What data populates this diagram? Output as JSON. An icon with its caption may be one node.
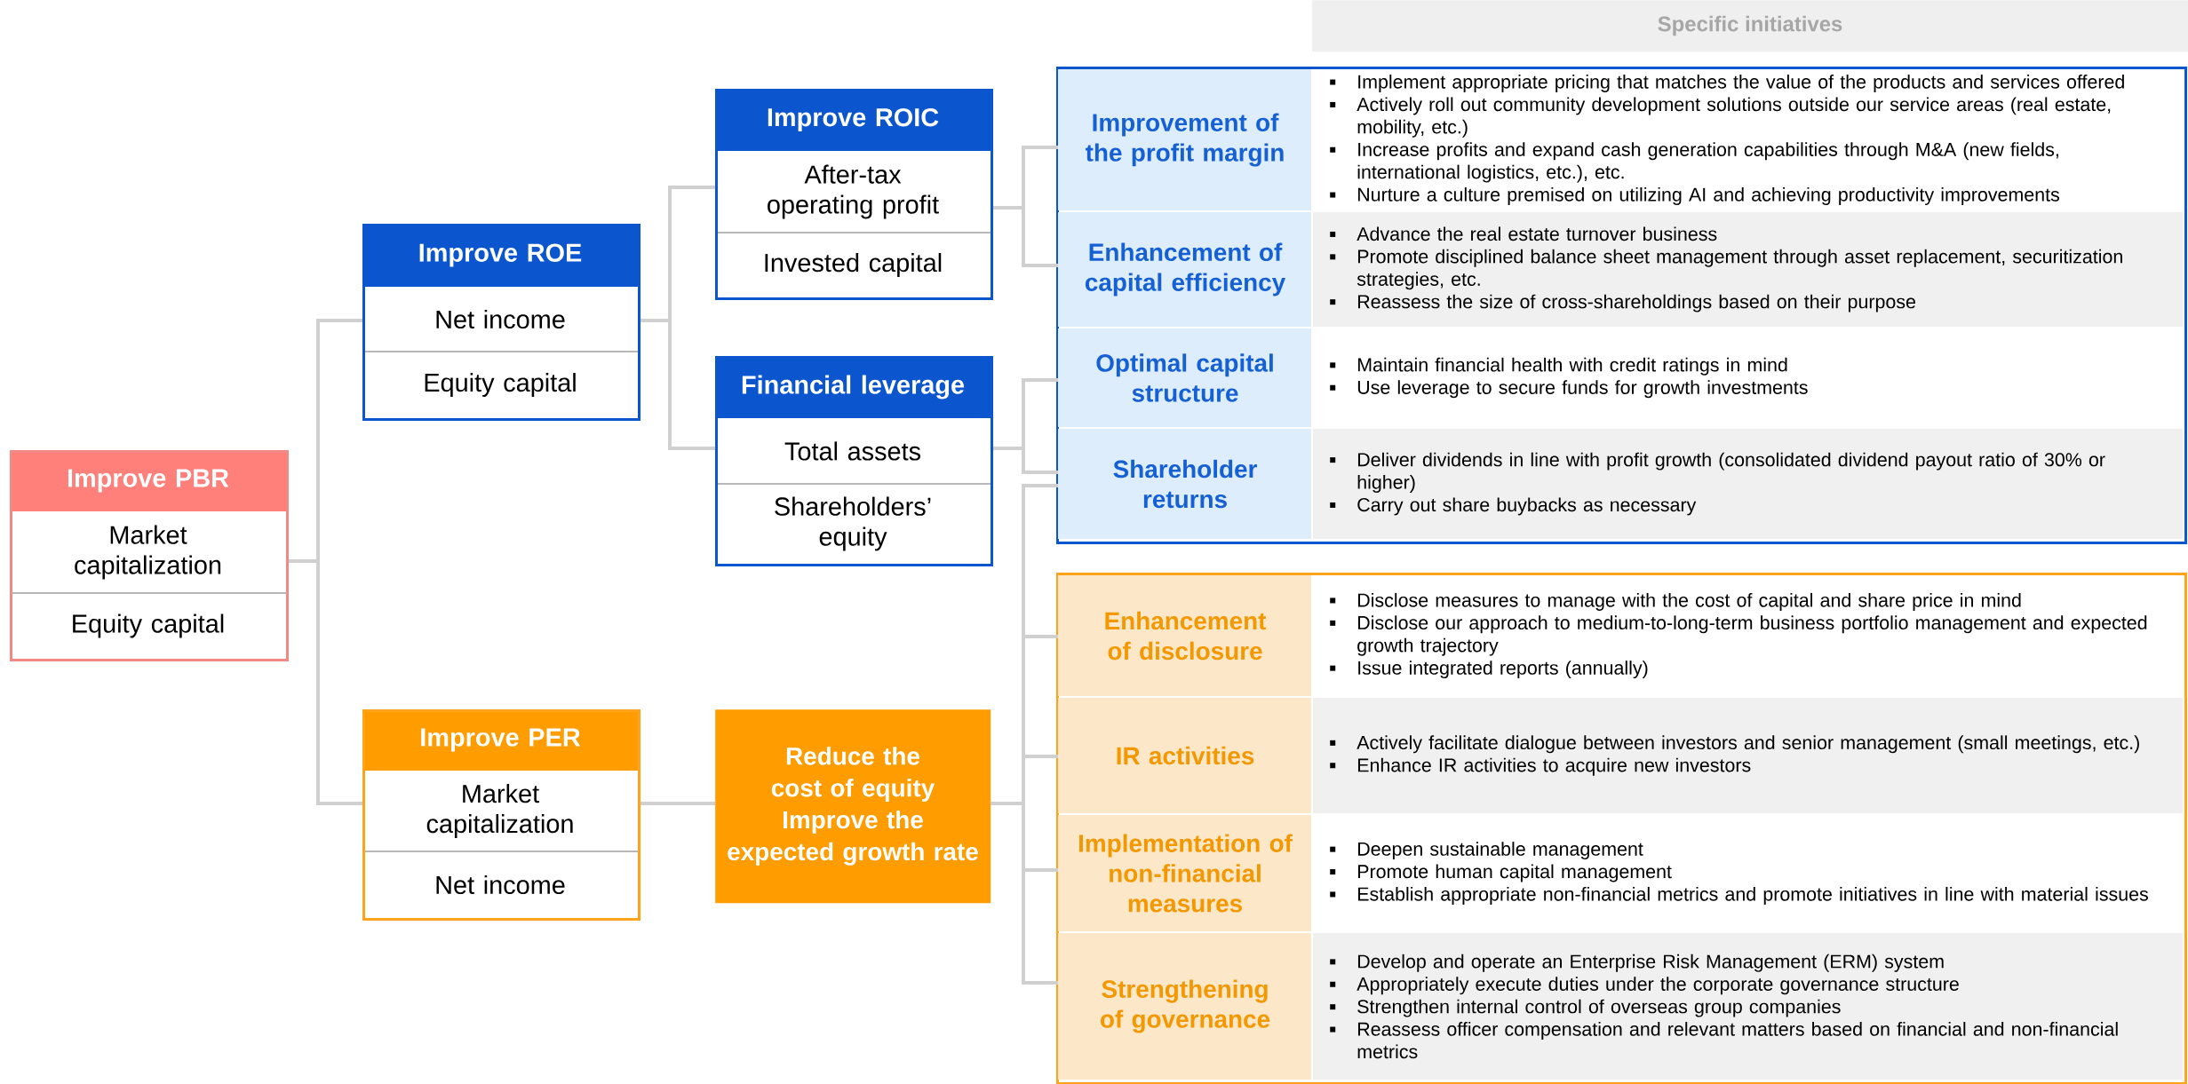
{
  "diagram": {
    "nodes": [
      {
        "text": [
          "Improve PBR",
          "Market capitalization",
          "Equity capital"
        ]
      },
      {
        "text": [
          "Improve ROE",
          "Net income",
          "Equity capital"
        ]
      },
      {
        "text": [
          "Improve PER",
          "Market capitalization",
          "Net income"
        ]
      },
      {
        "text": [
          "Improve ROIC",
          "After-tax operating profit",
          "Invested capital"
        ]
      },
      {
        "text": [
          "Financial leverage",
          "Total assets",
          "Shareholders’ equity"
        ]
      },
      {
        "text": [
          "Reduce the cost of equity",
          "Improve the expected growth rate"
        ]
      },
      {
        "text": [
          "Specific initiatives"
        ]
      },
      {
        "text": [],
        "shape": "box"
      },
      {
        "text": [
          "Improvement of the profit margin",
          "Implement appropriate pricing that matches the value of the products and services offered",
          "Actively roll out community development solutions outside our service areas (real estate, mobility, etc.)",
          "Increase profits and expand cash generation capabilities through M&A (new fields, international logistics, etc.), etc.",
          "Nurture a culture premised on utilizing AI and achieving productivity improvements"
        ],
        "in": 7
      },
      {
        "text": [
          "Enhancement of capital efficiency",
          "Advance the real estate turnover business",
          "Promote disciplined balance sheet management through asset replacement, securitization strategies, etc.",
          "Reassess the size of cross-shareholdings based on their purpose"
        ],
        "in": 7
      },
      {
        "text": [
          "Optimal capital structure",
          "Maintain financial health with credit ratings in mind",
          "Use leverage to secure funds for growth investments"
        ],
        "in": 7
      },
      {
        "text": [
          "Shareholder returns",
          "Deliver dividends in line with profit growth (consolidated dividend payout ratio of 30% or higher)",
          "Carry out share buybacks as necessary"
        ],
        "in": 7
      },
      {
        "text": [],
        "shape": "box"
      },
      {
        "text": [
          "Enhancement of disclosure",
          "Disclose measures to manage with the cost of capital and share price in mind",
          "Disclose our approach to medium-to-long-term business portfolio management and expected growth trajectory",
          "Issue integrated reports (annually)"
        ],
        "in": 12
      },
      {
        "text": [
          "IR activities",
          "Actively facilitate dialogue between investors and senior management (small meetings, etc.)",
          "Enhance IR activities to acquire new investors"
        ],
        "in": 12
      },
      {
        "text": [
          "Implementation of non-financial measures",
          "Deepen sustainable management",
          "Promote human capital management",
          "Establish appropriate non-financial metrics and promote initiatives in line with material issues"
        ],
        "in": 12
      },
      {
        "text": [
          "Strengthening of governance",
          "Develop and operate an Enterprise Risk Management (ERM) system",
          "Appropriately execute duties under the corporate governance structure",
          "Strengthen internal control of overseas group companies",
          "Reassess officer compensation and relevant matters based on financial and non-financial metrics"
        ],
        "in": 12
      }
    ],
    "edges": [
      {
        "from": 0,
        "to": 1,
        "arrow": "none"
      },
      {
        "from": 0,
        "to": 2,
        "arrow": "none"
      },
      {
        "from": 1,
        "to": 3,
        "arrow": "none"
      },
      {
        "from": 1,
        "to": 4,
        "arrow": "none"
      },
      {
        "from": 3,
        "to": 8,
        "arrow": "none"
      },
      {
        "from": 3,
        "to": 9,
        "arrow": "none"
      },
      {
        "from": 4,
        "to": 10,
        "arrow": "none"
      },
      {
        "from": 4,
        "to": 11,
        "arrow": "none"
      },
      {
        "from": 2,
        "to": 5,
        "arrow": "none"
      },
      {
        "from": 5,
        "to": 11,
        "arrow": "none"
      },
      {
        "from": 5,
        "to": 13,
        "arrow": "none"
      },
      {
        "from": 5,
        "to": 14,
        "arrow": "none"
      },
      {
        "from": 5,
        "to": 15,
        "arrow": "none"
      },
      {
        "from": 5,
        "to": 16,
        "arrow": "none"
      }
    ]
  }
}
